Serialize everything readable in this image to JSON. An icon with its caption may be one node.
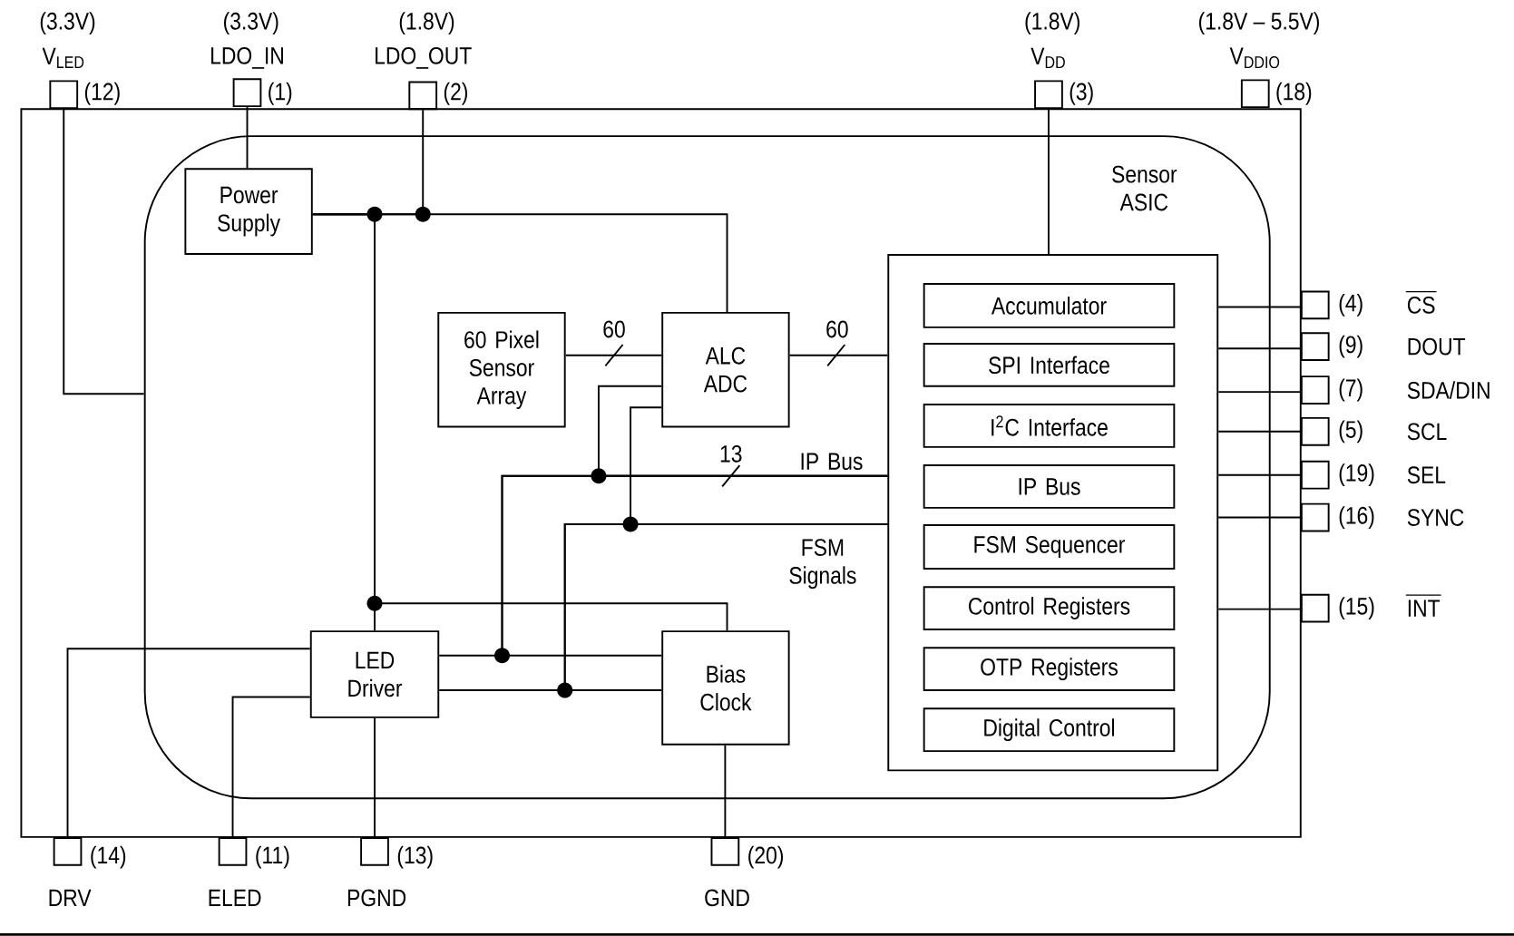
{
  "diagram": {
    "nodes": [
      {
        "text": [],
        "shape": "box"
      },
      {
        "text": [
          "Sensor ASIC"
        ],
        "in": 0
      },
      {
        "text": [
          "Power Supply"
        ],
        "in": 1
      },
      {
        "text": [
          "60 Pixel Sensor Array"
        ],
        "in": 1
      },
      {
        "text": [
          "ALC ADC"
        ],
        "in": 1
      },
      {
        "text": [],
        "shape": "box",
        "in": 1
      },
      {
        "text": [
          "Accumulator"
        ],
        "in": 5
      },
      {
        "text": [
          "SPI Interface"
        ],
        "in": 5
      },
      {
        "text": [
          "I$^{2}$C Interface"
        ],
        "in": 5
      },
      {
        "text": [
          "IP Bus"
        ],
        "in": 5
      },
      {
        "text": [
          "FSM Sequencer"
        ],
        "in": 5
      },
      {
        "text": [
          "Control Registers"
        ],
        "in": 5
      },
      {
        "text": [
          "OTP Registers"
        ],
        "in": 5
      },
      {
        "text": [
          "Digital Control"
        ],
        "in": 5
      },
      {
        "text": [
          "LED Driver"
        ],
        "in": 1
      },
      {
        "text": [
          "Bias Clock"
        ],
        "in": 1
      },
      {
        "text": [],
        "shape": "box",
        "beside": [
          "(3.3V)",
          "V$_{LED}$",
          "(12)"
        ]
      },
      {
        "text": [],
        "shape": "box",
        "beside": [
          "(3.3V)",
          "LDO_IN",
          "(1)"
        ]
      },
      {
        "text": [],
        "shape": "box",
        "beside": [
          "(1.8V)",
          "LDO_OUT",
          "(2)"
        ]
      },
      {
        "text": [],
        "shape": "box",
        "beside": [
          "(1.8V)",
          "V$_{DD}$",
          "(3)"
        ]
      },
      {
        "text": [],
        "shape": "box",
        "beside": [
          "(1.8V – 5.5V)",
          "V$_{DDIO}$",
          "(18)"
        ]
      },
      {
        "text": [],
        "shape": "box",
        "beside": [
          "(4)",
          "CS"
        ]
      },
      {
        "text": [],
        "shape": "box",
        "beside": [
          "(9)",
          "DOUT"
        ]
      },
      {
        "text": [],
        "shape": "box",
        "beside": [
          "(7)",
          "SDA/DIN"
        ]
      },
      {
        "text": [],
        "shape": "box",
        "beside": [
          "(5)",
          "SCL"
        ]
      },
      {
        "text": [],
        "shape": "box",
        "beside": [
          "(19)",
          "SEL"
        ]
      },
      {
        "text": [],
        "shape": "box",
        "beside": [
          "(16)",
          "SYNC"
        ]
      },
      {
        "text": [],
        "shape": "box",
        "beside": [
          "(15)",
          "INT"
        ]
      },
      {
        "text": [],
        "shape": "box",
        "beside": [
          "(14)",
          "DRV"
        ]
      },
      {
        "text": [],
        "shape": "box",
        "beside": [
          "(11)",
          "ELED"
        ]
      },
      {
        "text": [],
        "shape": "box",
        "beside": [
          "(13)",
          "PGND"
        ]
      },
      {
        "text": [],
        "shape": "box",
        "beside": [
          "(20)",
          "GND"
        ]
      }
    ],
    "edges": [
      {
        "from": 16,
        "to": 1,
        "arrow": "none"
      },
      {
        "from": 17,
        "to": 2,
        "arrow": "none"
      },
      {
        "from": 18,
        "to": 2,
        "arrow": "none"
      },
      {
        "from": 2,
        "to": 4,
        "arrow": "none"
      },
      {
        "from": 2,
        "to": 14,
        "arrow": "none"
      },
      {
        "from": 2,
        "to": 15,
        "arrow": "none"
      },
      {
        "from": 19,
        "to": 5,
        "arrow": "none"
      },
      {
        "from": 3,
        "to": 4,
        "arrow": "none",
        "label": "60"
      },
      {
        "from": 4,
        "to": 5,
        "arrow": "none",
        "label": "60"
      },
      {
        "from": 5,
        "to": 4,
        "arrow": "none",
        "label": "13"
      },
      {
        "from": 5,
        "to": 14,
        "arrow": "none"
      },
      {
        "from": 5,
        "to": 15,
        "arrow": "none"
      },
      {
        "from": 5,
        "to": 4,
        "arrow": "none"
      },
      {
        "from": 5,
        "to": 14,
        "arrow": "none"
      },
      {
        "from": 5,
        "to": 15,
        "arrow": "none"
      },
      {
        "from": 5,
        "to": 21,
        "arrow": "none"
      },
      {
        "from": 5,
        "to": 22,
        "arrow": "none"
      },
      {
        "from": 5,
        "to": 23,
        "arrow": "none"
      },
      {
        "from": 5,
        "to": 24,
        "arrow": "none"
      },
      {
        "from": 5,
        "to": 25,
        "arrow": "none"
      },
      {
        "from": 5,
        "to": 26,
        "arrow": "none"
      },
      {
        "from": 5,
        "to": 27,
        "arrow": "none"
      },
      {
        "from": 14,
        "to": 28,
        "arrow": "none"
      },
      {
        "from": 14,
        "to": 29,
        "arrow": "none"
      },
      {
        "from": 14,
        "to": 30,
        "arrow": "none"
      },
      {
        "from": 15,
        "to": 31,
        "arrow": "none"
      }
    ],
    "labels": [
      "IP Bus",
      "FSM Signals"
    ]
  }
}
